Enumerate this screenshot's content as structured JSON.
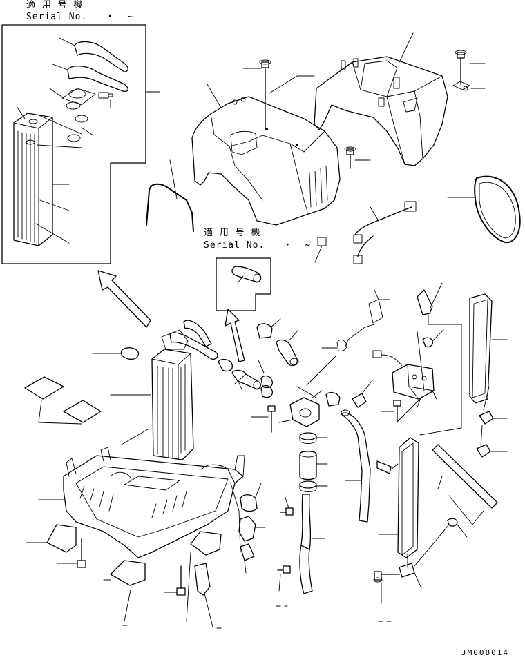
{
  "callout_1": {
    "jp": "適 用 号 機",
    "serial": "Serial No.   ・  ~"
  },
  "callout_2": {
    "jp": "適 用 号 機",
    "serial": "Serial No.   ・  ~"
  },
  "drawing_code": "JM008014"
}
